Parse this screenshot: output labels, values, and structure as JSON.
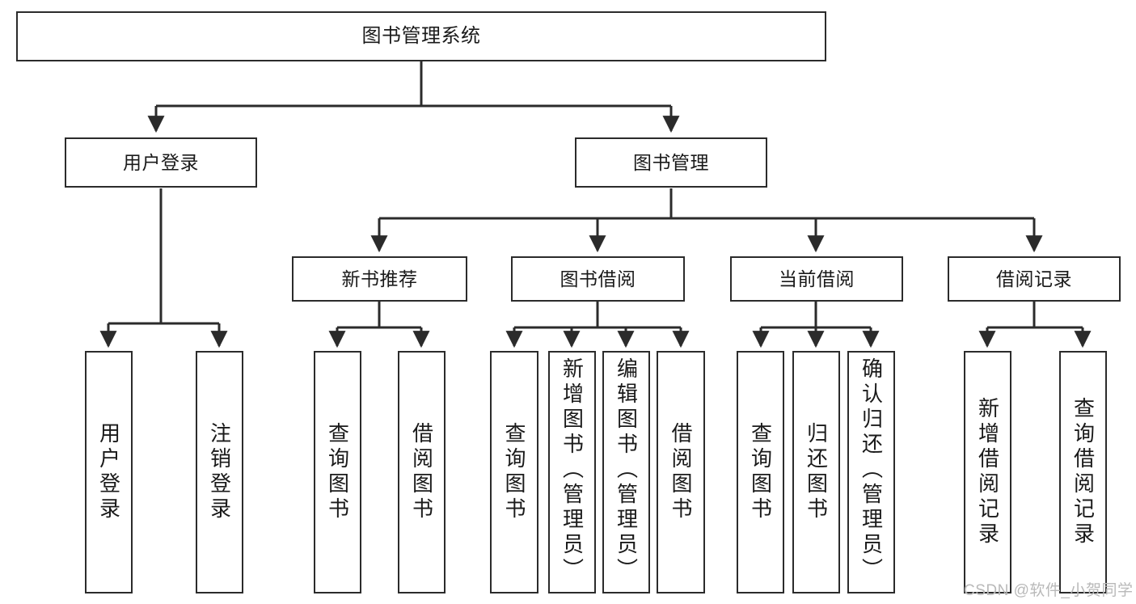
{
  "diagram": {
    "title": "图书管理系统",
    "type": "system-structure-tree",
    "root": {
      "label": "图书管理系统"
    },
    "level2": [
      {
        "label": "用户登录"
      },
      {
        "label": "图书管理"
      }
    ],
    "level3": [
      {
        "label": "新书推荐"
      },
      {
        "label": "图书借阅"
      },
      {
        "label": "当前借阅"
      },
      {
        "label": "借阅记录"
      }
    ],
    "leaves": {
      "user_login": [
        {
          "label": "用户登录"
        },
        {
          "label": "注销登录"
        }
      ],
      "new_book_recommend": [
        {
          "label": "查询图书"
        },
        {
          "label": "借阅图书"
        }
      ],
      "book_borrow": [
        {
          "label": "查询图书"
        },
        {
          "label": "新增图书（管理员）"
        },
        {
          "label": "编辑图书（管理员）"
        },
        {
          "label": "借阅图书"
        }
      ],
      "current_borrow": [
        {
          "label": "查询图书"
        },
        {
          "label": "归还图书"
        },
        {
          "label": "确认归还（管理员）"
        }
      ],
      "borrow_record": [
        {
          "label": "新增借阅记录"
        },
        {
          "label": "查询借阅记录"
        }
      ]
    }
  },
  "watermark": {
    "text": "CSDN @软件_小贺同学"
  },
  "colors": {
    "stroke": "#2b2b2b",
    "fill": "#ffffff",
    "text": "#1a1a1a",
    "watermark": "#b9b9b9"
  }
}
